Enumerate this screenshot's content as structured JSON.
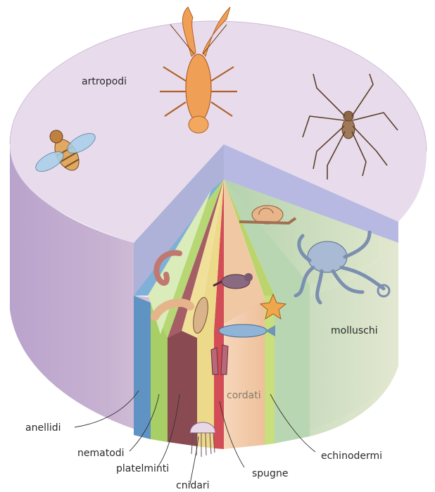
{
  "labels": {
    "artropodi": "artropodi",
    "molluschi": "molluschi",
    "cordati": "cordati",
    "anellidi": "anellidi",
    "nematodi": "nematodi",
    "platelminti": "platelminti",
    "cnidari": "cnidari",
    "spugne": "spugne",
    "echinodermi": "echinodermi"
  },
  "colors": {
    "artropodi_top": "#e7dcec",
    "artropodi_side": "#b7b4d8",
    "molluschi": "#c4d9bd",
    "cordati": "#f2cba8",
    "echinodermi": "#c8dc7a",
    "anellidi": "#5f93c4",
    "nematodi": "#a8cf66",
    "platelminti": "#8a4a52",
    "cnidari": "#ecd98a",
    "spugne": "#d24d55"
  }
}
